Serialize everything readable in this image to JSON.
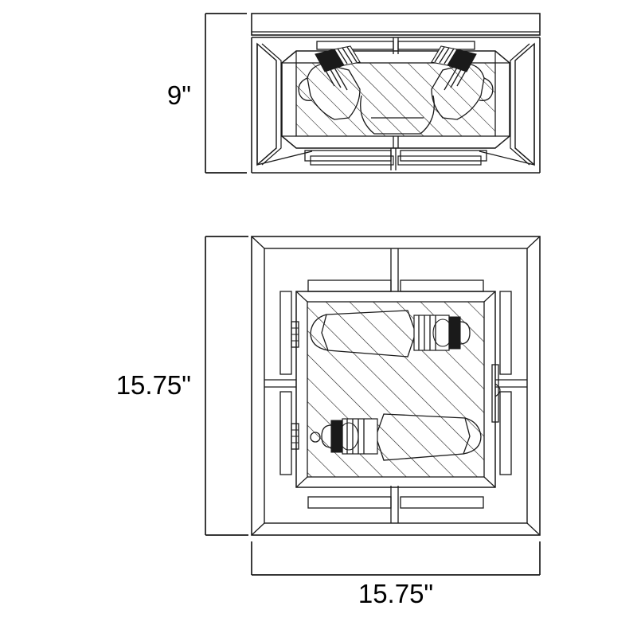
{
  "document": {
    "type": "product-dimension-drawing",
    "subject": "Square flush mount ceiling light fixture",
    "background_color": "#ffffff",
    "line_color": "#1a1a1a",
    "views": [
      {
        "id": "side-elevation",
        "name": "Side elevation view",
        "description": "Side profile of flush mount fixture with canopy, frame bars, glass panel and two bulbs"
      },
      {
        "id": "bottom-plan",
        "name": "Bottom plan view",
        "description": "Bottom view of square fixture with crossbar frame, hatched glass panel and two bulbs"
      }
    ]
  },
  "dimensions": {
    "height": {
      "label": "9\"",
      "value": 9,
      "unit": "inch",
      "applies_to": "side-elevation",
      "orientation": "vertical"
    },
    "depth": {
      "label": "15.75\"",
      "value": 15.75,
      "unit": "inch",
      "applies_to": "bottom-plan",
      "orientation": "vertical"
    },
    "width": {
      "label": "15.75\"",
      "value": 15.75,
      "unit": "inch",
      "applies_to": "bottom-plan",
      "orientation": "horizontal"
    }
  },
  "fixture": {
    "bulb_count": 2,
    "glass": "hatched-diagonal-pattern",
    "shape": "square"
  }
}
